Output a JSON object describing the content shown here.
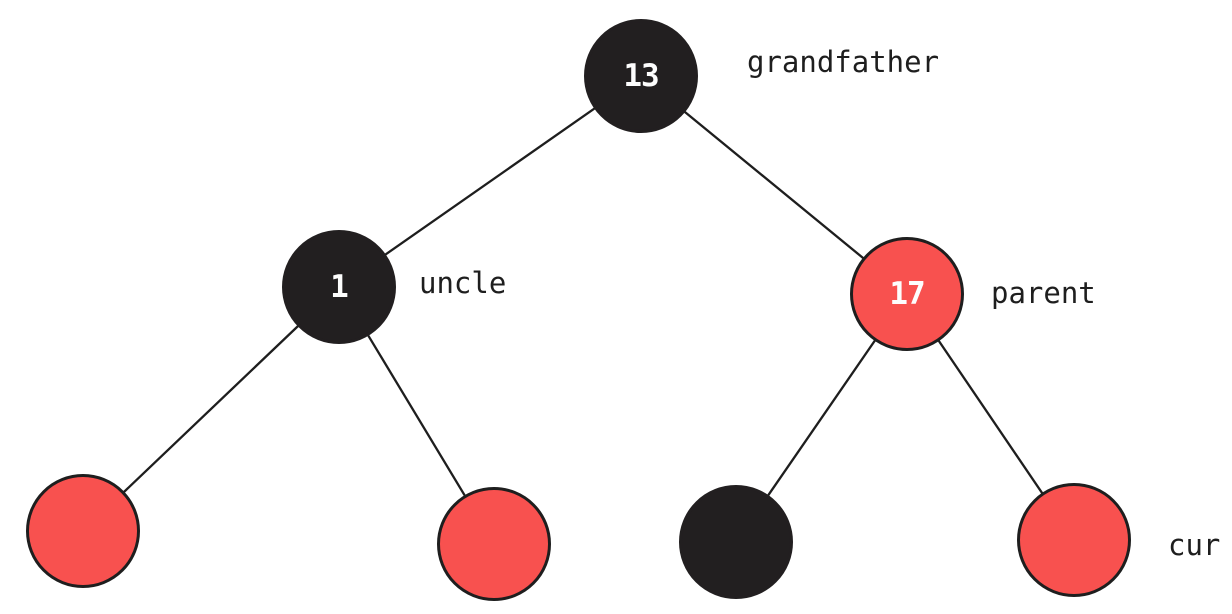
{
  "diagram": {
    "background": "#ffffff",
    "colors": {
      "red_node_fill": "#f8514f",
      "black_node_fill": "#221f20",
      "node_outline": "#1e1e1e",
      "edge_stroke": "#1e1e1e",
      "label_text": "#1e1e1e",
      "node_value_text": "#fdfdfd"
    },
    "nodes": [
      {
        "id": "grandfather",
        "value": "13",
        "color": "black",
        "label": "grandfather"
      },
      {
        "id": "uncle",
        "value": "1",
        "color": "black",
        "label": "uncle"
      },
      {
        "id": "parent",
        "value": "17",
        "color": "red",
        "label": "parent"
      },
      {
        "id": "uncle_left_child",
        "value": "",
        "color": "red",
        "label": ""
      },
      {
        "id": "uncle_right_child",
        "value": "",
        "color": "red",
        "label": ""
      },
      {
        "id": "parent_left_child",
        "value": "",
        "color": "black",
        "label": ""
      },
      {
        "id": "cur",
        "value": "",
        "color": "red",
        "label": "cur"
      }
    ],
    "edges": [
      {
        "from": "grandfather",
        "to": "uncle"
      },
      {
        "from": "grandfather",
        "to": "parent"
      },
      {
        "from": "uncle",
        "to": "uncle_left_child"
      },
      {
        "from": "uncle",
        "to": "uncle_right_child"
      },
      {
        "from": "parent",
        "to": "parent_left_child"
      },
      {
        "from": "parent",
        "to": "cur"
      }
    ]
  }
}
